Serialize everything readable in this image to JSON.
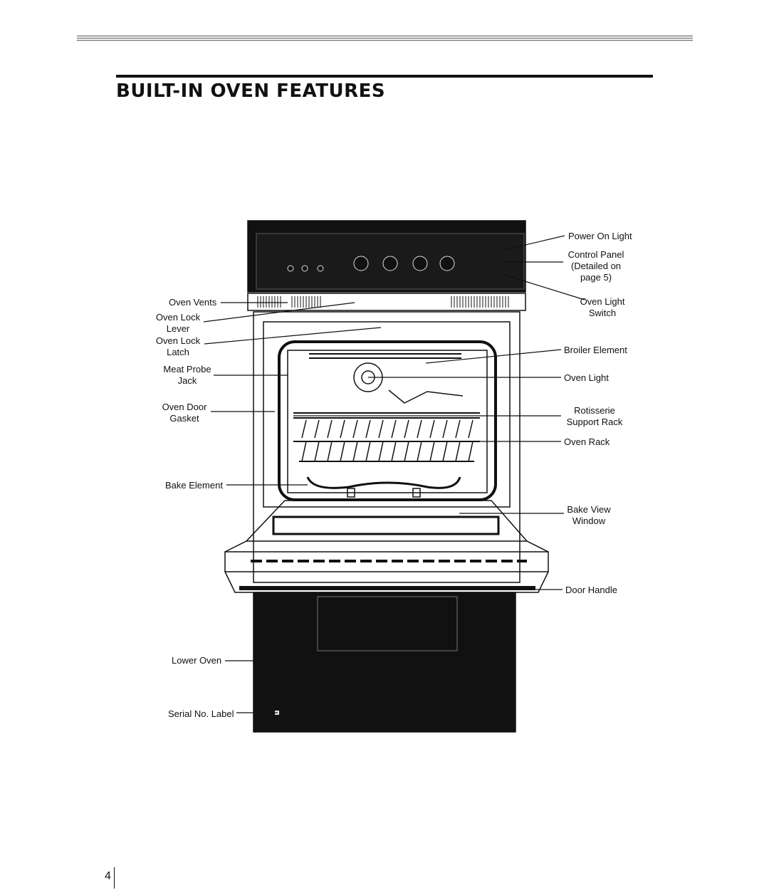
{
  "heading": {
    "title": "BUILT-IN OVEN FEATURES"
  },
  "labels": {
    "power_on_light": "Power On Light",
    "control_panel": [
      "Control Panel",
      "(Detailed on",
      "page 5)"
    ],
    "oven_light_switch": [
      "Oven Light",
      "Switch"
    ],
    "oven_vents": "Oven Vents",
    "oven_lock_lever": [
      "Oven Lock",
      "Lever"
    ],
    "oven_lock_latch": [
      "Oven Lock",
      "Latch"
    ],
    "broiler_element": "Broiler Element",
    "meat_probe_jack": [
      "Meat Probe",
      "Jack"
    ],
    "oven_light": "Oven Light",
    "oven_door_gasket": [
      "Oven Door",
      "Gasket"
    ],
    "rotisserie_support_rack": [
      "Rotisserie",
      "Support Rack"
    ],
    "oven_rack": "Oven Rack",
    "bake_element": "Bake Element",
    "bake_view_window": [
      "Bake View",
      "Window"
    ],
    "door_handle": "Door Handle",
    "lower_oven": "Lower Oven",
    "serial_no_label": "Serial No. Label"
  },
  "page_number": "4"
}
